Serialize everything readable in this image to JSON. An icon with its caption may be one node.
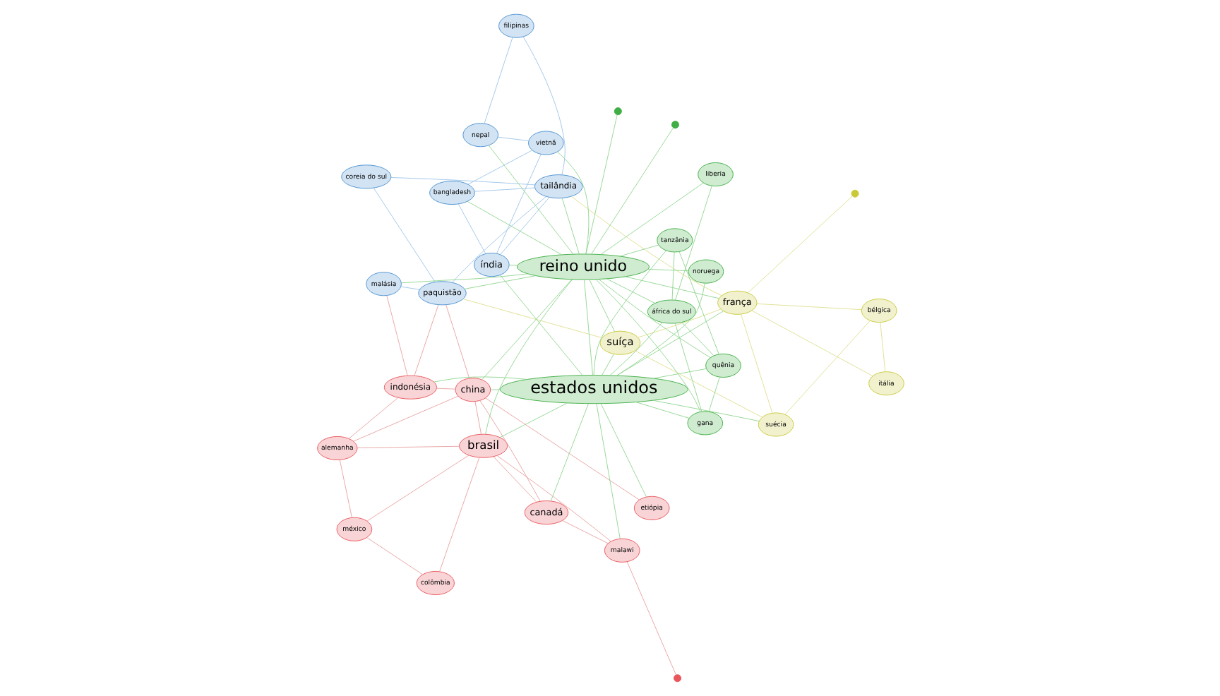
{
  "diagram": {
    "nodes": [
      {
        "text": [
          "brasil"
        ]
      },
      {
        "text": [
          "colômbia"
        ]
      },
      {
        "text": [
          "méxico"
        ]
      },
      {
        "text": [
          "malawi"
        ]
      },
      {
        "text": [
          "canadá"
        ]
      },
      {
        "text": [
          "alemanha"
        ]
      },
      {
        "text": [
          "china"
        ]
      },
      {
        "text": [
          "etiópia"
        ]
      },
      {
        "text": [
          "indonésia"
        ]
      },
      {
        "text": [
          "suécia"
        ]
      },
      {
        "text": [
          "bélgica"
        ]
      },
      {
        "text": [
          "itália"
        ]
      },
      {
        "text": [
          "suíça"
        ]
      },
      {
        "text": [
          "frança"
        ]
      },
      {
        "text": [
          "malásia"
        ]
      },
      {
        "text": [
          "paquistão"
        ]
      },
      {
        "text": [
          "coreia do sul"
        ]
      },
      {
        "text": [
          "tailândia"
        ]
      },
      {
        "text": [
          "filipinas"
        ]
      },
      {
        "text": [
          "bangladesh"
        ]
      },
      {
        "text": [
          "índia"
        ]
      },
      {
        "text": [
          "nepal"
        ]
      },
      {
        "text": [
          "vietnã"
        ]
      },
      {
        "text": [
          "estados unidos"
        ]
      },
      {
        "text": [
          "reino unido"
        ]
      },
      {
        "text": [
          "gana"
        ]
      },
      {
        "text": [
          "quênia"
        ]
      },
      {
        "text": [
          "tanzânia"
        ]
      },
      {
        "text": [
          "áfrica do sul"
        ]
      },
      {
        "text": [
          "liberia"
        ]
      },
      {
        "text": [
          "noruega"
        ]
      },
      {
        "text": [],
        "shape": "circle"
      },
      {
        "text": [],
        "shape": "circle"
      },
      {
        "text": [],
        "shape": "circle"
      },
      {
        "text": [],
        "shape": "circle"
      }
    ],
    "edges": [
      {
        "from": 23,
        "to": 24,
        "arrow": "none"
      },
      {
        "from": 23,
        "to": 0,
        "arrow": "none"
      },
      {
        "from": 23,
        "to": 4,
        "arrow": "none"
      },
      {
        "from": 23,
        "to": 6,
        "arrow": "none"
      },
      {
        "from": 23,
        "to": 8,
        "arrow": "none"
      },
      {
        "from": 23,
        "to": 12,
        "arrow": "none"
      },
      {
        "from": 23,
        "to": 13,
        "arrow": "none"
      },
      {
        "from": 23,
        "to": 20,
        "arrow": "none"
      },
      {
        "from": 23,
        "to": 25,
        "arrow": "none"
      },
      {
        "from": 23,
        "to": 26,
        "arrow": "none"
      },
      {
        "from": 23,
        "to": 27,
        "arrow": "none"
      },
      {
        "from": 23,
        "to": 28,
        "arrow": "none"
      },
      {
        "from": 23,
        "to": 30,
        "arrow": "none"
      },
      {
        "from": 23,
        "to": 3,
        "arrow": "none"
      },
      {
        "from": 23,
        "to": 7,
        "arrow": "none"
      },
      {
        "from": 23,
        "to": 9,
        "arrow": "none"
      },
      {
        "from": 24,
        "to": 0,
        "arrow": "none"
      },
      {
        "from": 24,
        "to": 6,
        "arrow": "none"
      },
      {
        "from": 24,
        "to": 12,
        "arrow": "none"
      },
      {
        "from": 24,
        "to": 13,
        "arrow": "none"
      },
      {
        "from": 24,
        "to": 14,
        "arrow": "none"
      },
      {
        "from": 24,
        "to": 15,
        "arrow": "none"
      },
      {
        "from": 24,
        "to": 17,
        "arrow": "none"
      },
      {
        "from": 24,
        "to": 19,
        "arrow": "none"
      },
      {
        "from": 24,
        "to": 20,
        "arrow": "none"
      },
      {
        "from": 24,
        "to": 21,
        "arrow": "none"
      },
      {
        "from": 24,
        "to": 22,
        "arrow": "none"
      },
      {
        "from": 24,
        "to": 25,
        "arrow": "none"
      },
      {
        "from": 24,
        "to": 26,
        "arrow": "none"
      },
      {
        "from": 24,
        "to": 27,
        "arrow": "none"
      },
      {
        "from": 24,
        "to": 28,
        "arrow": "none"
      },
      {
        "from": 24,
        "to": 29,
        "arrow": "none"
      },
      {
        "from": 24,
        "to": 30,
        "arrow": "none"
      },
      {
        "from": 24,
        "to": 31,
        "arrow": "none"
      },
      {
        "from": 24,
        "to": 33,
        "arrow": "none"
      },
      {
        "from": 0,
        "to": 1,
        "arrow": "none"
      },
      {
        "from": 0,
        "to": 2,
        "arrow": "none"
      },
      {
        "from": 0,
        "to": 3,
        "arrow": "none"
      },
      {
        "from": 0,
        "to": 5,
        "arrow": "none"
      },
      {
        "from": 0,
        "to": 6,
        "arrow": "none"
      },
      {
        "from": 0,
        "to": 4,
        "arrow": "none"
      },
      {
        "from": 1,
        "to": 2,
        "arrow": "none"
      },
      {
        "from": 2,
        "to": 5,
        "arrow": "none"
      },
      {
        "from": 5,
        "to": 6,
        "arrow": "none"
      },
      {
        "from": 6,
        "to": 4,
        "arrow": "none"
      },
      {
        "from": 3,
        "to": 4,
        "arrow": "none"
      },
      {
        "from": 32,
        "to": 3,
        "arrow": "none"
      },
      {
        "from": 5,
        "to": 8,
        "arrow": "none"
      },
      {
        "from": 6,
        "to": 8,
        "arrow": "none"
      },
      {
        "from": 6,
        "to": 7,
        "arrow": "none"
      },
      {
        "from": 6,
        "to": 15,
        "arrow": "none"
      },
      {
        "from": 8,
        "to": 14,
        "arrow": "none"
      },
      {
        "from": 8,
        "to": 15,
        "arrow": "none"
      },
      {
        "from": 9,
        "to": 13,
        "arrow": "none"
      },
      {
        "from": 9,
        "to": 10,
        "arrow": "none"
      },
      {
        "from": 10,
        "to": 11,
        "arrow": "none"
      },
      {
        "from": 11,
        "to": 13,
        "arrow": "none"
      },
      {
        "from": 10,
        "to": 13,
        "arrow": "none"
      },
      {
        "from": 12,
        "to": 13,
        "arrow": "none"
      },
      {
        "from": 12,
        "to": 9,
        "arrow": "none"
      },
      {
        "from": 13,
        "to": 34,
        "arrow": "none"
      },
      {
        "from": 14,
        "to": 15,
        "arrow": "none"
      },
      {
        "from": 15,
        "to": 16,
        "arrow": "none"
      },
      {
        "from": 15,
        "to": 17,
        "arrow": "none"
      },
      {
        "from": 16,
        "to": 17,
        "arrow": "none"
      },
      {
        "from": 17,
        "to": 18,
        "arrow": "none"
      },
      {
        "from": 17,
        "to": 19,
        "arrow": "none"
      },
      {
        "from": 17,
        "to": 20,
        "arrow": "none"
      },
      {
        "from": 18,
        "to": 21,
        "arrow": "none"
      },
      {
        "from": 19,
        "to": 20,
        "arrow": "none"
      },
      {
        "from": 21,
        "to": 22,
        "arrow": "none"
      },
      {
        "from": 19,
        "to": 22,
        "arrow": "none"
      },
      {
        "from": 20,
        "to": 22,
        "arrow": "none"
      },
      {
        "from": 13,
        "to": 17,
        "arrow": "none"
      },
      {
        "from": 12,
        "to": 15,
        "arrow": "none"
      },
      {
        "from": 26,
        "to": 27,
        "arrow": "none"
      },
      {
        "from": 27,
        "to": 28,
        "arrow": "none"
      },
      {
        "from": 28,
        "to": 29,
        "arrow": "none"
      },
      {
        "from": 25,
        "to": 26,
        "arrow": "none"
      },
      {
        "from": 25,
        "to": 28,
        "arrow": "none"
      },
      {
        "from": 26,
        "to": 28,
        "arrow": "none"
      }
    ]
  }
}
